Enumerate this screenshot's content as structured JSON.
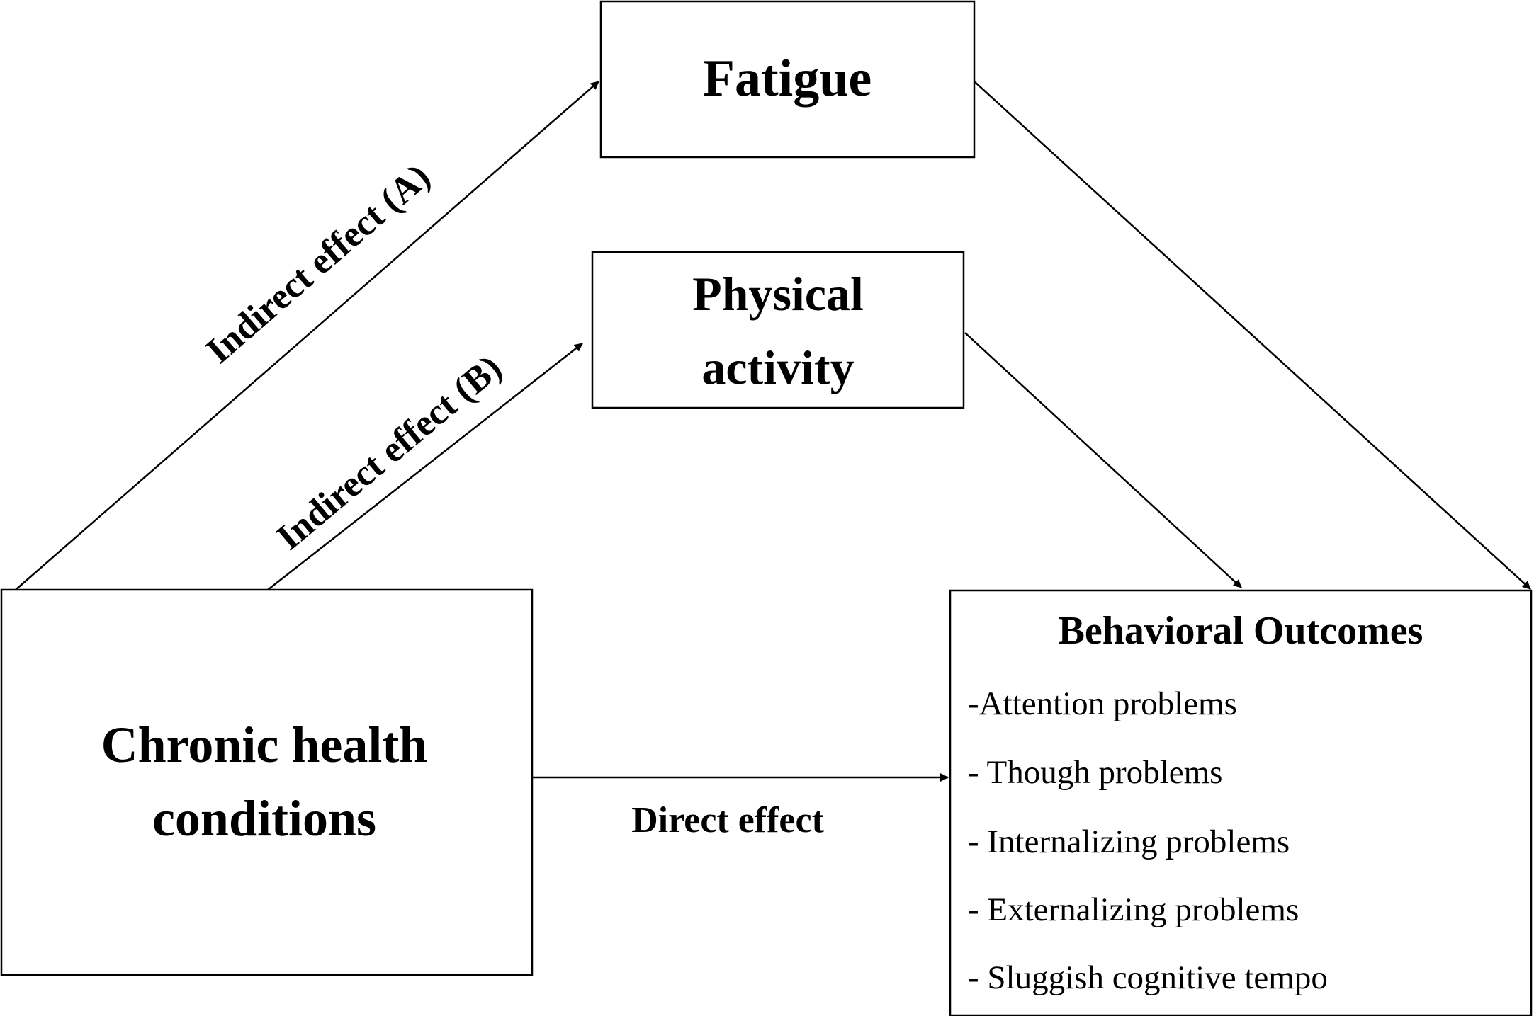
{
  "nodes": {
    "fatigue": {
      "label": "Fatigue"
    },
    "physical_activity": {
      "line1": "Physical",
      "line2": "activity"
    },
    "chronic": {
      "line1": "Chronic health",
      "line2": "conditions"
    },
    "outcomes": {
      "title": "Behavioral Outcomes",
      "items": [
        "-Attention problems",
        "- Though problems",
        "- Internalizing problems",
        "- Externalizing problems",
        "- Sluggish cognitive tempo"
      ]
    }
  },
  "edges": {
    "indirect_a": "Indirect effect (A)",
    "indirect_b": "Indirect effect (B)",
    "direct": "Direct effect"
  }
}
